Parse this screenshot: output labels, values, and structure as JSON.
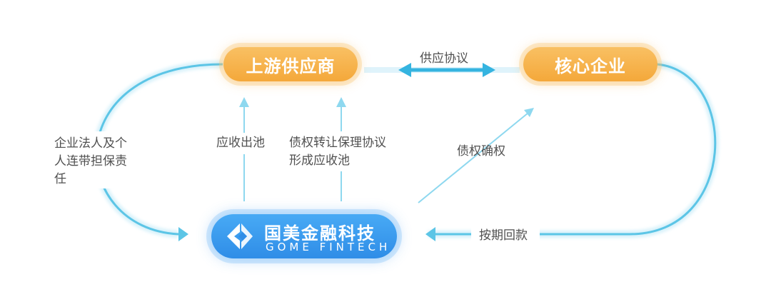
{
  "nodes": {
    "upstream_supplier": "上游供应商",
    "core_enterprise": "核心企业",
    "gome": {
      "name_cn": "国美金融科技",
      "name_en": "GOME FINTECH",
      "logo_icon": "gome-kite-logo"
    }
  },
  "edges": {
    "supply_agreement": "供应协议",
    "guarantee": "企业法人及个\n人连带担保责\n任",
    "receivable_pool": "应收出池",
    "factoring": "债权转让保理协议\n形成应收池",
    "confirmation": "债权确权",
    "repayment": "按期回款"
  },
  "colors": {
    "node_orange": "#f4a83a",
    "node_blue": "#2f8de7",
    "arrow_cyan": "#5cc5e6",
    "text_gray": "#505050"
  }
}
